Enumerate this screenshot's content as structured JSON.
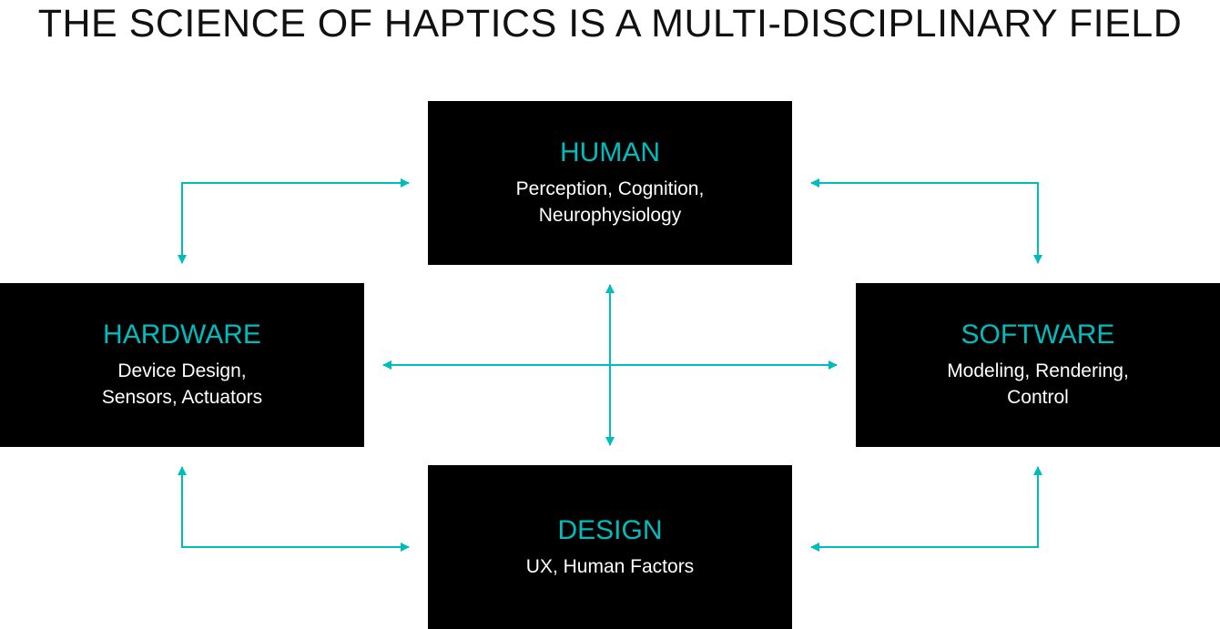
{
  "title": "THE SCIENCE OF HAPTICS IS A MULTI-DISCIPLINARY FIELD",
  "accent_color": "#00BDBD",
  "boxes": {
    "human": {
      "heading": "HUMAN",
      "text": "Perception, Cognition,\nNeurophysiology"
    },
    "hardware": {
      "heading": "HARDWARE",
      "text": "Device Design,\nSensors, Actuators"
    },
    "software": {
      "heading": "SOFTWARE",
      "text": "Modeling, Rendering,\nControl"
    },
    "design": {
      "heading": "DESIGN",
      "text": "UX, Human Factors"
    }
  }
}
